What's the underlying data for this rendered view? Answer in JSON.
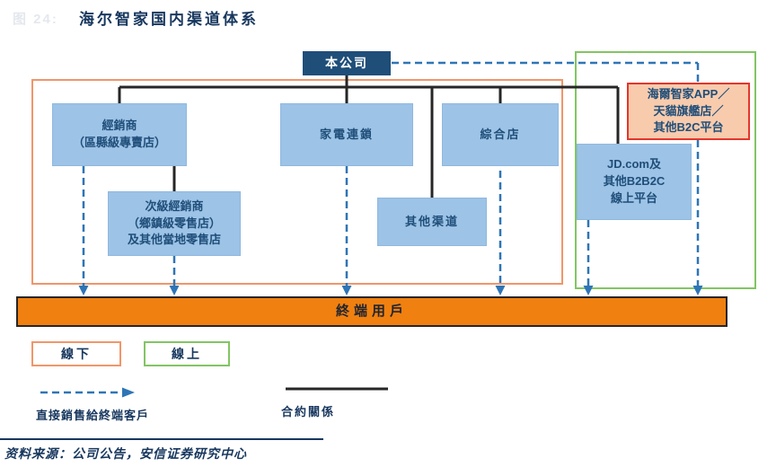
{
  "figure": {
    "faint_label": "图 24:",
    "title": "海尔智家国内渠道体系"
  },
  "boxes": {
    "company": "本公司",
    "distributor": "經銷商\n（區縣級專賣店）",
    "appliance_chain": "家電連鎖",
    "comprehensive_store": "綜合店",
    "sub_distributor": "次級經銷商\n（鄉鎮級零售店）\n及其他當地零售店",
    "other_channels": "其他渠道",
    "jd_platform": "JD.com及\n其他B2B2C\n線上平台",
    "haier_app": "海爾智家APP／\n天貓旗艦店／\n其他B2C平台",
    "end_users": "終端用戶"
  },
  "legend": {
    "offline": "線下",
    "online": "線上",
    "dashed_arrow_label": "直接銷售給終端客戶",
    "solid_line_label": "合約關係"
  },
  "source": "资料来源：公司公告，安信证券研究中心",
  "colors": {
    "title_navy": "#17375E",
    "company_fill": "#1F4E79",
    "channel_fill": "#9DC3E6",
    "channel_text": "#1F4E79",
    "online_app_fill": "#F8CBAD",
    "online_app_border": "#E5352B",
    "offline_region_border": "#F0966A",
    "online_region_border": "#82C563",
    "end_users_fill": "#F0800F",
    "dashed_arrow_blue": "#2E75B6",
    "contract_line_black": "#262626"
  }
}
